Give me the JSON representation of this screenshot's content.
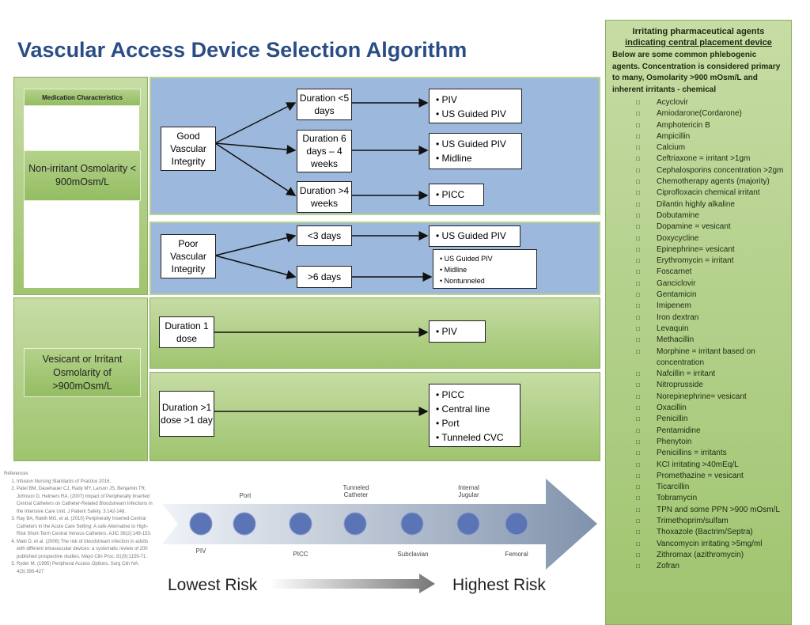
{
  "title": "Vascular Access Device Selection Algorithm",
  "medication_header": "Medication Characteristics",
  "non_irritant": "Non-irritant Osmolarity < 900mOsm/L",
  "vesicant": "Vesicant or Irritant Osmolarity of >900mOsm/L",
  "good": {
    "label": "Good Vascular Integrity",
    "durations": [
      "Duration <5 days",
      "Duration 6 days – 4 weeks",
      "Duration >4 weeks"
    ],
    "outcomes": [
      [
        "PIV",
        "US Guided PIV"
      ],
      [
        "US Guided PIV",
        "Midline"
      ],
      [
        "PICC"
      ]
    ]
  },
  "poor": {
    "label": "Poor Vascular Integrity",
    "durations": [
      "<3 days",
      ">6 days"
    ],
    "outcomes": [
      [
        "US Guided PIV"
      ],
      [
        "US Guided PIV",
        "Midline",
        "Nontunneled"
      ]
    ]
  },
  "vesicant_rows": [
    {
      "duration": "Duration 1 dose",
      "outcomes": [
        "PIV"
      ]
    },
    {
      "duration": "Duration >1 dose >1 day",
      "outcomes": [
        "PICC",
        "Central line",
        "Port",
        "Tunneled CVC"
      ]
    }
  ],
  "risk": {
    "top_labels": [
      "Port",
      "Tunneled Catheter",
      "Internal Jugular"
    ],
    "bottom_labels": [
      "PIV",
      "PICC",
      "Subclavian",
      "Femoral"
    ],
    "low": "Lowest Risk",
    "high": "Highest Risk"
  },
  "references": {
    "heading": "References",
    "items": [
      "Infusion Nursing Standards of Practice 2016.",
      "Patel BM, Dauehauer CJ, Rady MY, Larson JS, Benjamin TR, Johnson D, Helmers RA. (2007) Impact of Peripherally Inserted Central Catheters on Catheter-Related Bloodstream Infections in the Intensive Care Unit. J Patient Safety. 3:142-148.",
      "Ray BA, Rakih MG, et al. (2010) Peripherally Inserted Central Catheters in the Acute Care Setting: A safe Alternative to High-Risk Short-Term Central Venous Catheters. AJIC 38(2):149-153.",
      "Maki D, et al. (2006) The risk of bloodstream infection in adults with different intravascular devices: a systematic review of 200 published prospective studies. Mayo Clin Proc. 81(9):1159-71.",
      "Ryder M. (1995) Peripheral Access Options. Surg Clin NA. 4(3):395-427"
    ]
  },
  "agents": {
    "title1": "Irritating pharmaceutical agents",
    "title2": "indicating central placement device",
    "intro": "Below are some common phlebogenic agents. Concentration is considered primary to many, Osmolarity >900 mOsm/L and inherent irritants - chemical",
    "items": [
      "Acyclovir",
      "Amiodarone(Cordarone)",
      "Amphotericin B",
      "Ampicillin",
      "Calcium",
      "Ceftriaxone = irritant >1gm",
      "Cephalosporins concentration >2gm",
      "Chemotherapy agents (majority)",
      "Ciprofloxacin chemical irritant",
      "Dilantin highly alkaline",
      "Dobutamine",
      "Dopamine = vesicant",
      "Doxycycline",
      "Epinephrine= vesicant",
      "Erythromycin = irritant",
      "Foscarnet",
      "Ganciclovir",
      "Gentamicin",
      "Imipenem",
      "Iron dextran",
      "Levaquin",
      "Methacillin",
      "Morphine = irritant based on concentration",
      "Nafcillin = irritant",
      "Nitroprusside",
      "Norepinephrine= vesicant",
      "Oxacillin",
      "Penicillin",
      "Pentamidine",
      "Phenytoin",
      "Penicillins = irritants",
      "KCI irritating >40mEq/L",
      "Promethazine = vesicant",
      "Ticarcillin",
      "Tobramycin",
      "TPN and some PPN >900 mOsm/L",
      "Trimethoprim/sulfam",
      "Thoxazole (Bactrim/Septra)",
      "Vancomycin irritating >5mg/ml",
      "Zithromax (azithromycin)",
      "Zofran"
    ]
  }
}
